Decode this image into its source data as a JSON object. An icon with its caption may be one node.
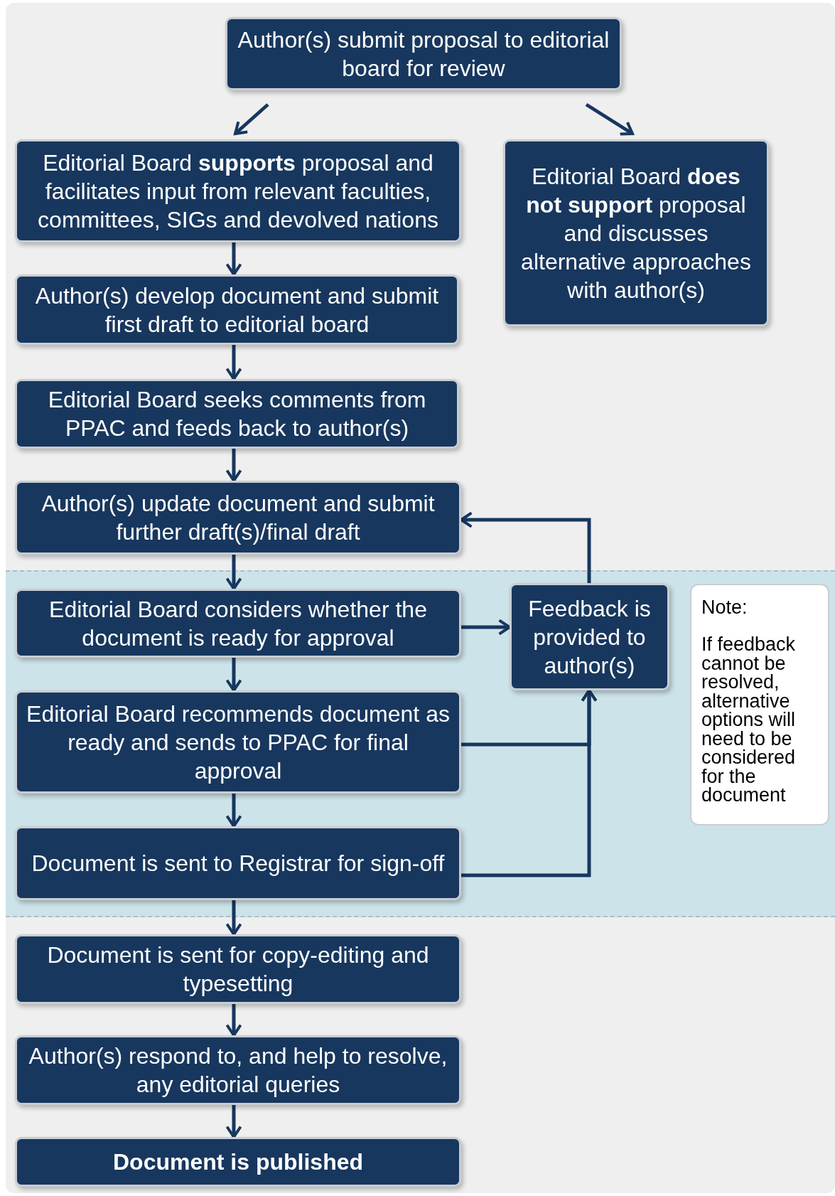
{
  "diagram": {
    "nodes": [
      {
        "text": [
          "Author(s) submit proposal to editorial board for review"
        ]
      },
      {
        "text": [
          "Editorial Board **supports** proposal and facilitates input from relevant faculties, committees, SIGs and devolved nations"
        ]
      },
      {
        "text": [
          "Editorial Board **does not support** proposal and discusses alternative approaches with author(s)"
        ]
      },
      {
        "text": [
          "Author(s) develop document and submit first draft to editorial board"
        ]
      },
      {
        "text": [
          "Editorial Board seeks comments from PPAC and feeds back to author(s)"
        ]
      },
      {
        "text": [
          "Author(s) update document and submit further draft(s)/final draft"
        ]
      },
      {
        "text": [
          "Editorial Board considers whether the document is ready for approval"
        ]
      },
      {
        "text": [
          "Feedback is provided to author(s)"
        ]
      },
      {
        "text": [
          "Note:",
          "If feedback cannot be resolved, alternative options will need to be considered for the document"
        ]
      },
      {
        "text": [
          "Editorial Board recommends document as ready and sends to PPAC for final approval"
        ]
      },
      {
        "text": [
          "Document is sent to Registrar for sign-off"
        ]
      },
      {
        "text": [
          "Document is sent for copy-editing and typesetting"
        ]
      },
      {
        "text": [
          "Author(s) respond to, and help to resolve, any editorial queries"
        ]
      },
      {
        "text": [
          "Document is published"
        ]
      }
    ],
    "edges": [
      {
        "from": 0,
        "to": 1,
        "arrow": "to"
      },
      {
        "from": 0,
        "to": 2,
        "arrow": "to"
      },
      {
        "from": 1,
        "to": 3,
        "arrow": "to"
      },
      {
        "from": 3,
        "to": 4,
        "arrow": "to"
      },
      {
        "from": 4,
        "to": 5,
        "arrow": "to"
      },
      {
        "from": 5,
        "to": 6,
        "arrow": "to"
      },
      {
        "from": 6,
        "to": 7,
        "arrow": "to"
      },
      {
        "from": 7,
        "to": 5,
        "arrow": "to"
      },
      {
        "from": 6,
        "to": 9,
        "arrow": "to"
      },
      {
        "from": 9,
        "to": 7,
        "arrow": "to"
      },
      {
        "from": 10,
        "to": 7,
        "arrow": "to"
      },
      {
        "from": 9,
        "to": 10,
        "arrow": "to"
      },
      {
        "from": 10,
        "to": 11,
        "arrow": "to"
      },
      {
        "from": 11,
        "to": 12,
        "arrow": "to"
      },
      {
        "from": 12,
        "to": 13,
        "arrow": "to"
      }
    ]
  }
}
